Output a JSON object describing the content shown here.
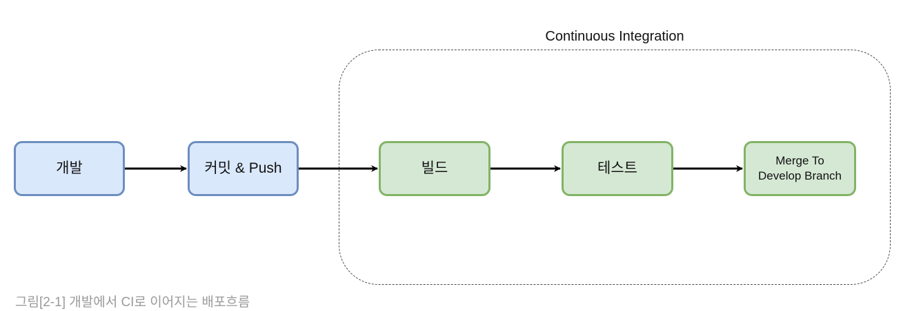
{
  "group": {
    "title": "Continuous Integration"
  },
  "nodes": [
    {
      "id": "dev",
      "label": "개발",
      "style": "blue"
    },
    {
      "id": "commit",
      "label": "커밋 & Push",
      "style": "blue"
    },
    {
      "id": "build",
      "label": "빌드",
      "style": "green"
    },
    {
      "id": "test",
      "label": "테스트",
      "style": "green"
    },
    {
      "id": "merge",
      "label": "Merge To\nDevelop Branch",
      "style": "green"
    }
  ],
  "edges": [
    {
      "from": "dev",
      "to": "commit"
    },
    {
      "from": "commit",
      "to": "build"
    },
    {
      "from": "build",
      "to": "test"
    },
    {
      "from": "test",
      "to": "merge"
    }
  ],
  "colors": {
    "blue_fill": "#dae8fc",
    "blue_stroke": "#6c8ebf",
    "green_fill": "#d5e8d4",
    "green_stroke": "#82b366",
    "edge": "#000000"
  },
  "caption": "그림[2-1] 개발에서 CI로 이어지는 배포흐름"
}
